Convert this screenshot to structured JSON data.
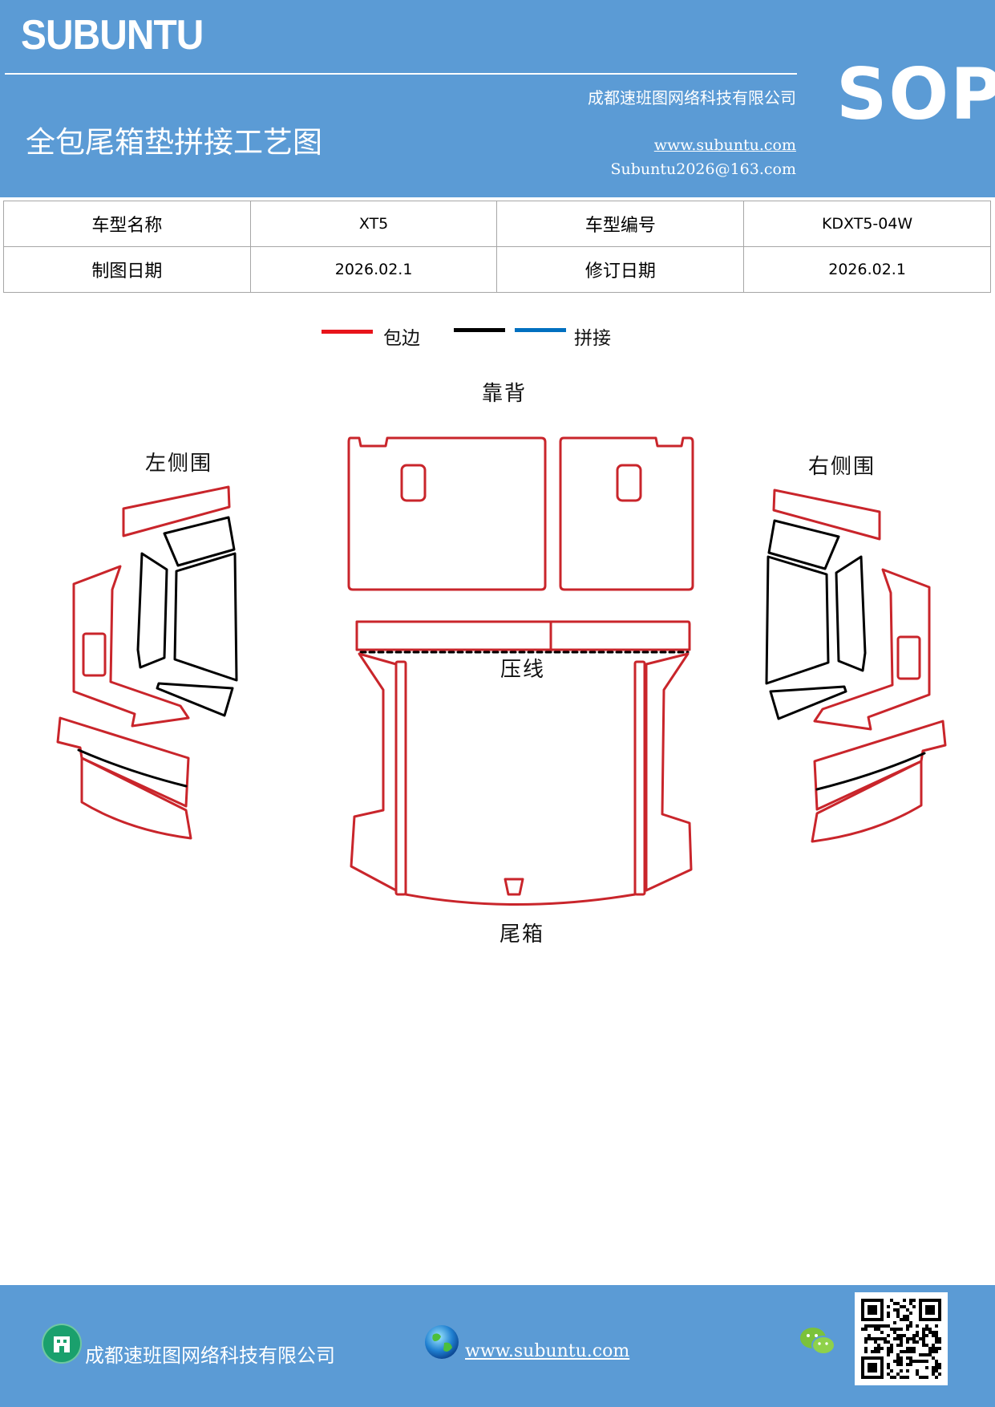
{
  "header": {
    "brand": "SUBUNTU",
    "company": "成都速班图网络科技有限公司",
    "title": "全包尾箱垫拼接工艺图",
    "website": "www.subuntu.com",
    "email": "Subuntu2026@163.com",
    "badge": "SOP"
  },
  "info": {
    "model_name_label": "车型名称",
    "model_name_value": "XT5",
    "model_code_label": "车型编号",
    "model_code_value": "KDXT5-04W",
    "draw_date_label": "制图日期",
    "draw_date_value": "2026.02.1",
    "revise_date_label": "修订日期",
    "revise_date_value": "2026.02.1"
  },
  "legend": {
    "binding_label": "包边",
    "splice_label": "拼接",
    "binding_color": "#e8141b",
    "black_color": "#000000",
    "splice_color": "#0070c0"
  },
  "diagram": {
    "backrest": "靠背",
    "left_side": "左侧围",
    "right_side": "右侧围",
    "crease": "压线",
    "trunk": "尾箱"
  },
  "footer": {
    "company": "成都速班图网络科技有限公司",
    "website": "www.subuntu.com"
  },
  "icons": [
    "building-icon",
    "globe-icon",
    "wechat-icon",
    "qr-code-icon"
  ]
}
